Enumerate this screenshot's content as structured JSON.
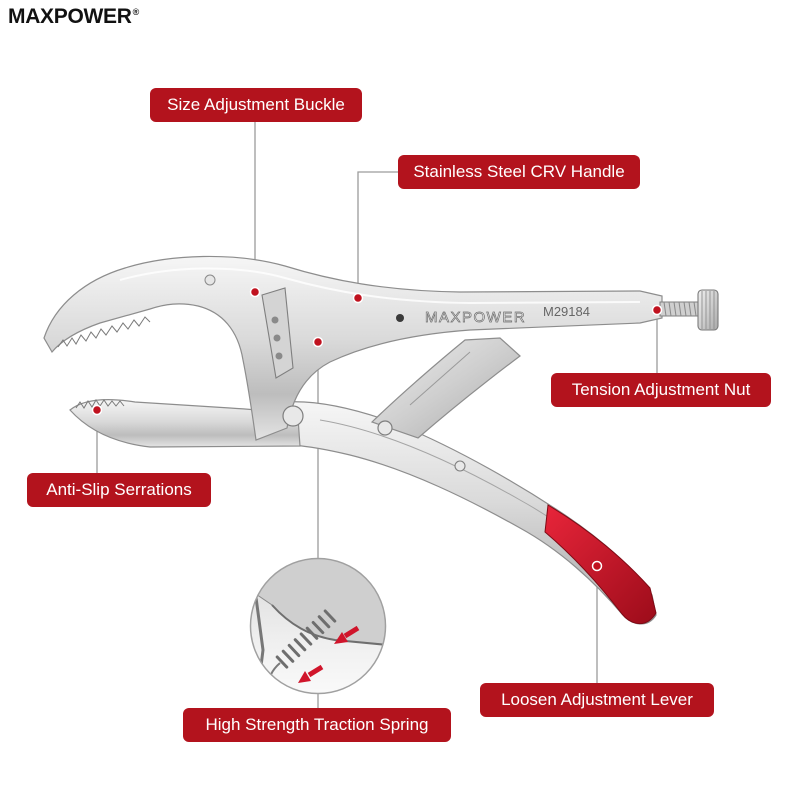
{
  "brand": {
    "name": "MAXPOWER",
    "registered_mark": "®"
  },
  "tool": {
    "engraved_brand": "MAXPOWER",
    "model_number": "M29184"
  },
  "callouts": [
    {
      "label": "Size Adjustment Buckle"
    },
    {
      "label": "Stainless Steel CRV Handle"
    },
    {
      "label": "Tension Adjustment Nut"
    },
    {
      "label": "Anti-Slip Serrations"
    },
    {
      "label": "Loosen Adjustment Lever"
    },
    {
      "label": "High Strength Traction Spring"
    }
  ],
  "colors": {
    "callout_bg": "#b3131d",
    "callout_text": "#ffffff",
    "grip": "#d0152b",
    "leader_line": "#9c9c9c"
  },
  "icons": {
    "inset": "spring-detail-zoom-icon",
    "arrows": "red-arrow-icon"
  }
}
